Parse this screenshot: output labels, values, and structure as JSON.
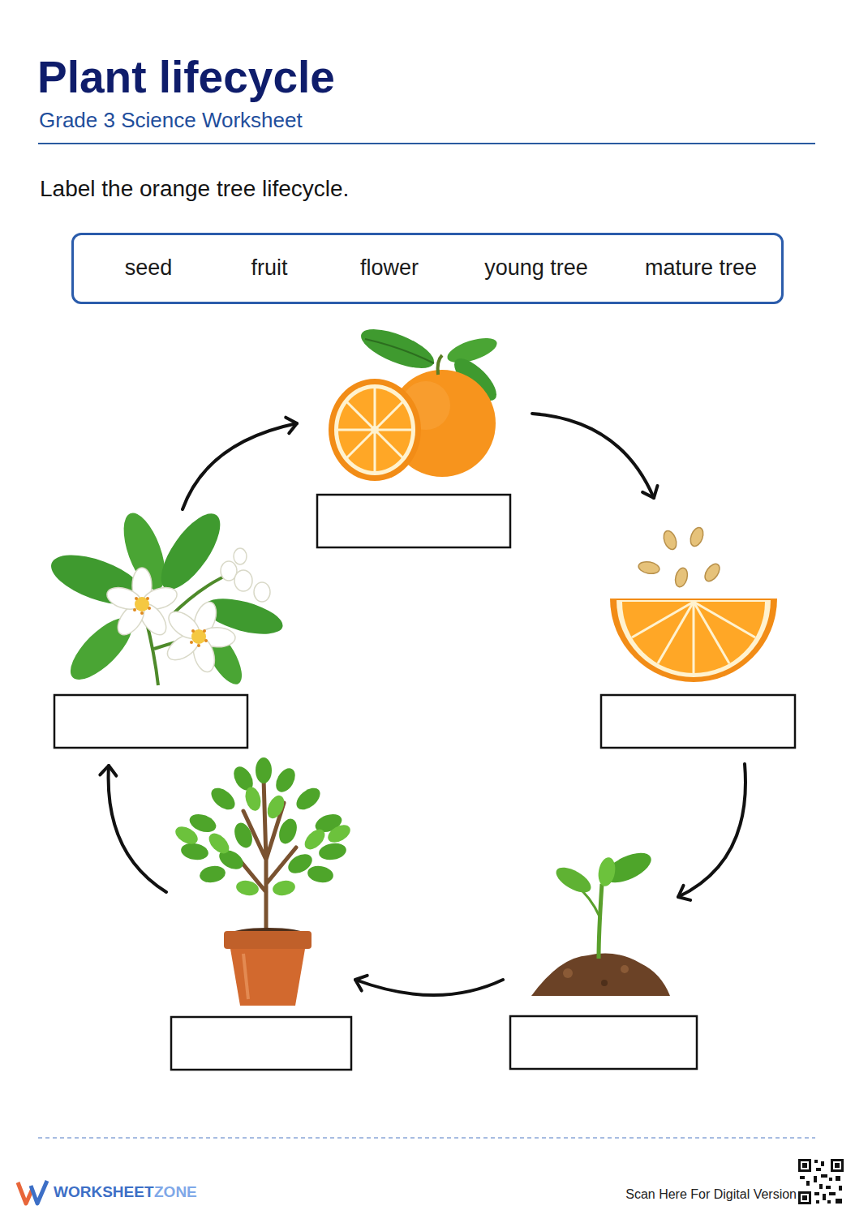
{
  "diagram": {
    "title": "Plant lifecycle",
    "nodes": [
      {
        "text": [
          "seed",
          "fruit",
          "flower",
          "young tree",
          "mature tree"
        ]
      }
    ],
    "labels": [
      "Grade 3 Science Worksheet",
      "Label the orange tree lifecycle.",
      "WORKSHEET",
      "ZONE",
      "Scan Here For Digital Version"
    ]
  }
}
